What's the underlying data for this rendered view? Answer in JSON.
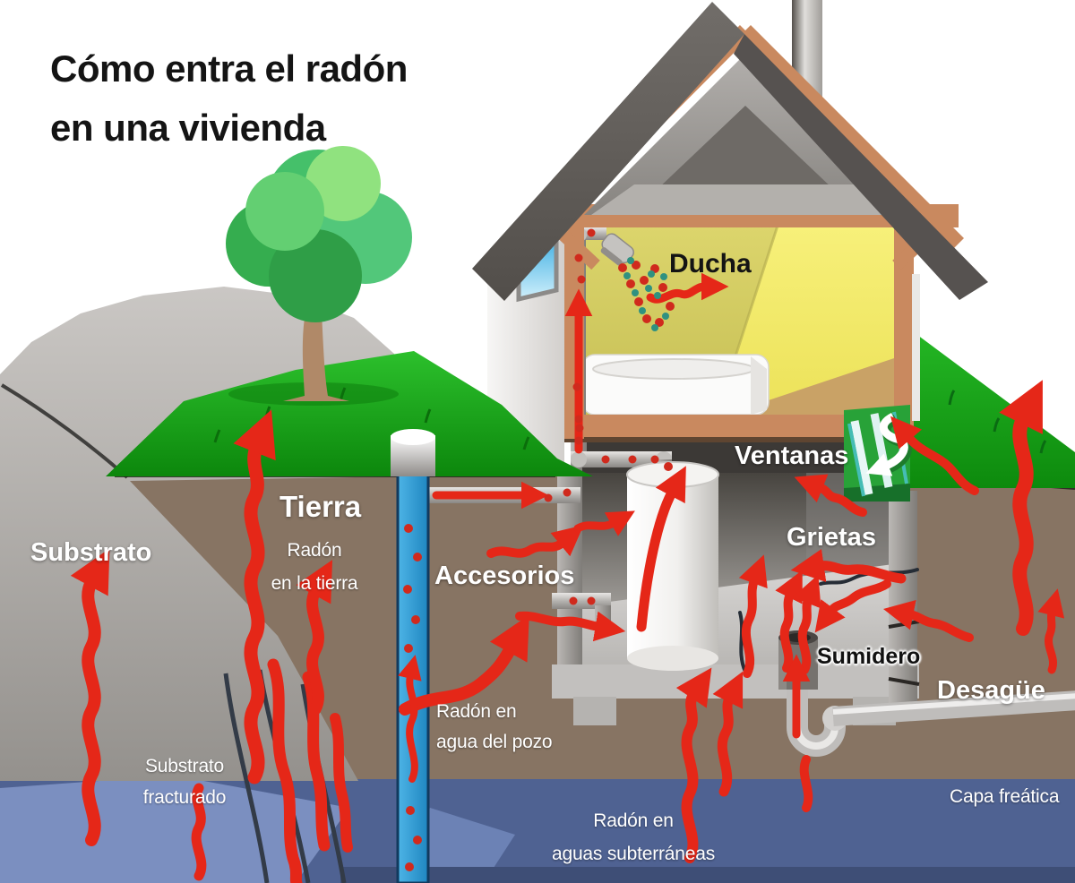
{
  "title": {
    "line1": "Cómo entra el radón",
    "line2": "en una vivienda"
  },
  "labels": {
    "ducha": "Ducha",
    "ventanas": "Ventanas",
    "grietas": "Grietas",
    "tierra": "Tierra",
    "radon_tierra_line1": "Radón",
    "radon_tierra_line2": "en la tierra",
    "substrato": "Substrato",
    "substrato_fracturado_line1": "Substrato",
    "substrato_fracturado_line2": "fracturado",
    "accesorios": "Accesorios",
    "radon_pozo_line1": "Radón en",
    "radon_pozo_line2": "agua del pozo",
    "sumidero": "Sumidero",
    "desague": "Desagüe",
    "radon_aguas_line1": "Radón en",
    "radon_aguas_line2": "aguas subterráneas",
    "capa_freatica": "Capa freática"
  },
  "colors": {
    "arrow_red": "#e52718",
    "radon_dot_red": "#d02a1d",
    "water_dot_teal": "#2f9180",
    "soil_brown": "#877463",
    "grass_green": "#1cae1c",
    "groundwater_blue": "#4f6292",
    "fractured_water_blue": "#7b8fc0",
    "well_pipe_blue": "#2d9fd6",
    "house_frame_salmon": "#c9895f",
    "roof_gray": "#5d5955",
    "bathroom_wall_yellow": "#f3eb6e",
    "bathroom_wall_olive": "#d5ce62",
    "bedrock_gray": "#a8a5a2",
    "basement_wall_gray": "#6f6c69",
    "label_white": "#ffffff"
  }
}
